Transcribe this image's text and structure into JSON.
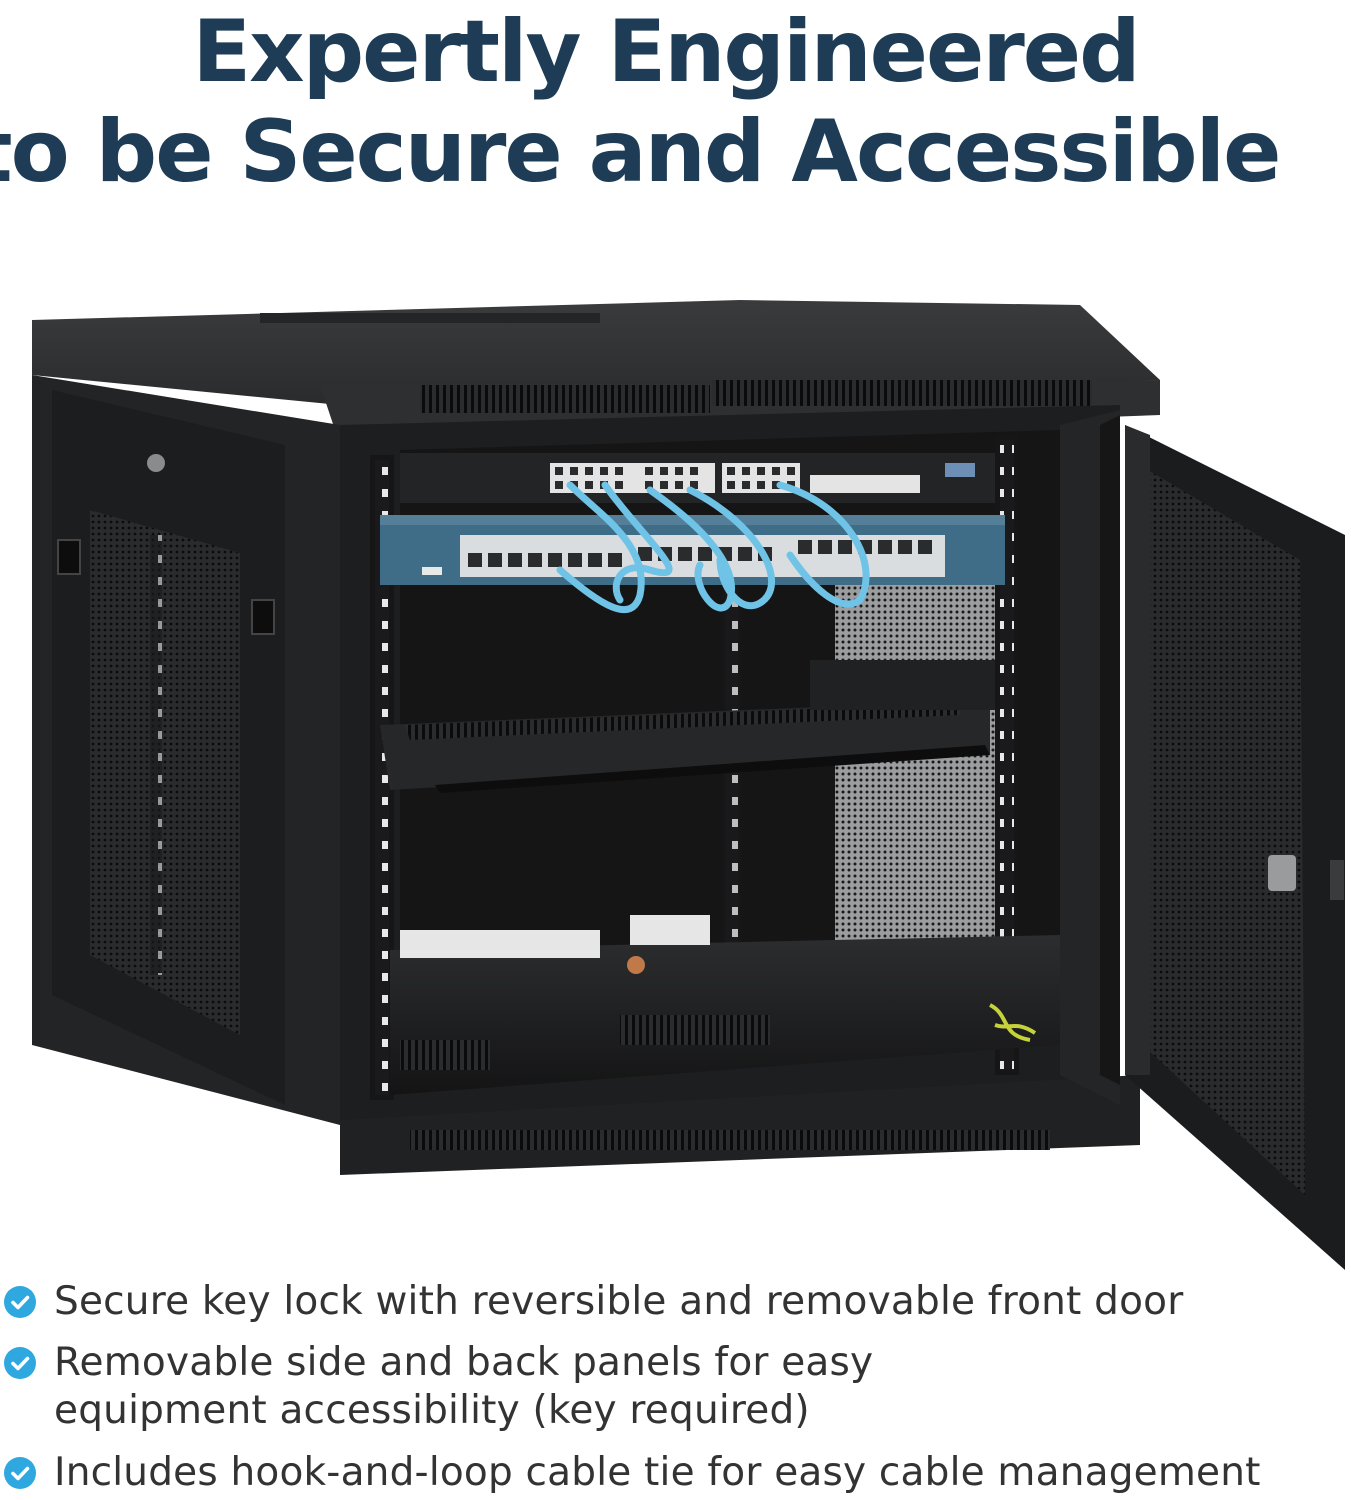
{
  "headline": {
    "line1": "Expertly Engineered",
    "line2": "to be Secure and Accessible"
  },
  "product_image": {
    "icon": "wall-mount-network-rack-cabinet-image",
    "colors": {
      "cabinet": "#1c1d1f",
      "switch": "#3f6c86",
      "cable": "#6fc3e6"
    }
  },
  "features": [
    {
      "text": "Secure key lock with reversible and removable front door"
    },
    {
      "text": "Removable side and back panels for easy equipment accessibility (key required)"
    },
    {
      "text": "Includes hook-and-loop cable tie for easy cable management"
    }
  ],
  "colors": {
    "headline": "#1e3c55",
    "check": "#2fa7df",
    "body_text": "#333333"
  }
}
